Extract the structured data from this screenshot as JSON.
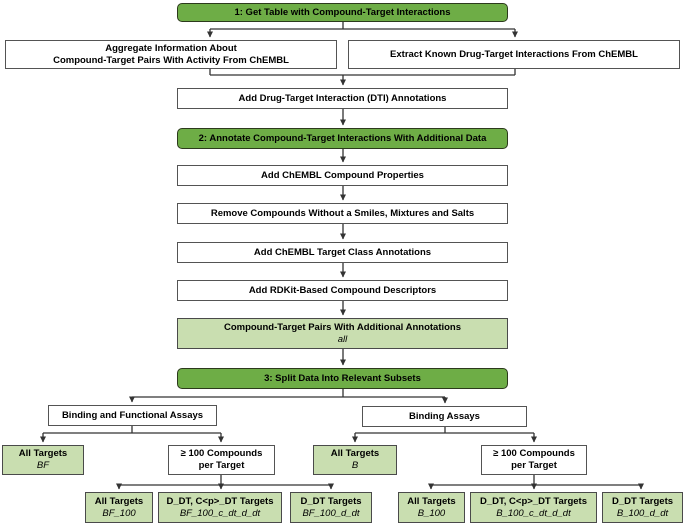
{
  "figure_title": "ChEMBL compound-target dataset curation flowchart",
  "colors": {
    "header_green": "#6ead46",
    "header_border": "#2c3a1c",
    "output_green": "#c9deb0",
    "line_color": "#333333"
  },
  "nodes": {
    "step1": {
      "label": "1: Get Table with Compound-Target Interactions"
    },
    "aggregate": {
      "line1": "Aggregate Information About",
      "line2": "Compound-Target Pairs With Activity From ChEMBL"
    },
    "extract": {
      "label": "Extract Known Drug-Target Interactions From ChEMBL"
    },
    "dti": {
      "label": "Add Drug-Target Interaction (DTI) Annotations"
    },
    "step2": {
      "label": "2: Annotate Compound-Target Interactions With Additional Data"
    },
    "compound_props": {
      "label": "Add ChEMBL Compound Properties"
    },
    "remove_compounds": {
      "label": "Remove Compounds Without a Smiles, Mixtures and Salts"
    },
    "target_class": {
      "label": "Add ChEMBL Target Class Annotations"
    },
    "rdkit": {
      "label": "Add RDKit-Based Compound Descriptors"
    },
    "pairs_annotated": {
      "label": "Compound-Target Pairs With Additional Annotations",
      "dataset": "all"
    },
    "step3": {
      "label": "3: Split Data Into Relevant Subsets"
    },
    "binding_functional": {
      "label": "Binding and Functional Assays"
    },
    "binding": {
      "label": "Binding Assays"
    },
    "bf": {
      "label": "All Targets",
      "dataset": "BF"
    },
    "min100_bf": {
      "line1": "≥ 100 Compounds",
      "line2": "per Target"
    },
    "b": {
      "label": "All Targets",
      "dataset": "B"
    },
    "min100_b": {
      "line1": "≥ 100 Compounds",
      "line2": "per Target"
    },
    "bf_100": {
      "label": "All Targets",
      "dataset": "BF_100"
    },
    "bf_100_c": {
      "label": "D_DT, C<p>_DT Targets",
      "dataset": "BF_100_c_dt_d_dt"
    },
    "bf_100_d": {
      "label": "D_DT Targets",
      "dataset": "BF_100_d_dt"
    },
    "b_100": {
      "label": "All Targets",
      "dataset": "B_100"
    },
    "b_100_c": {
      "label": "D_DT, C<p>_DT Targets",
      "dataset": "B_100_c_dt_d_dt"
    },
    "b_100_d": {
      "label": "D_DT Targets",
      "dataset": "B_100_d_dt"
    }
  }
}
